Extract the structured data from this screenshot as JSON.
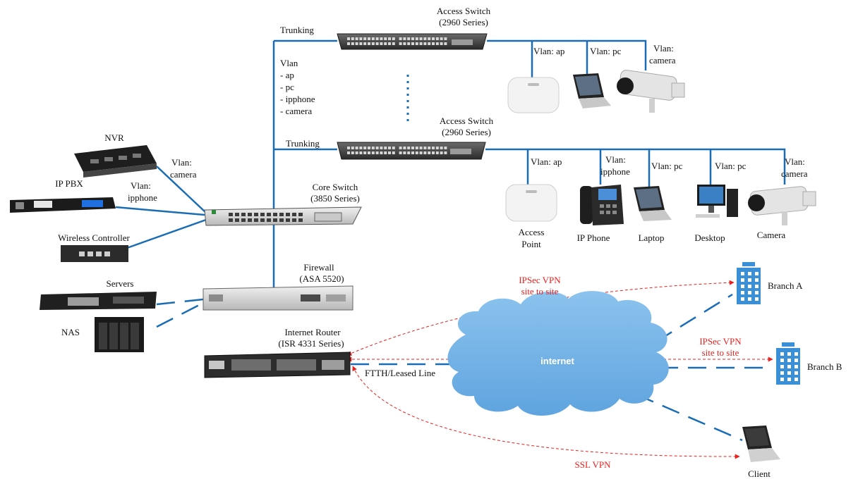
{
  "title": "",
  "nodes": {
    "access_switch_1": {
      "name": "Access Switch",
      "model": "(2960 Series)"
    },
    "access_switch_2": {
      "name": "Access Switch",
      "model": "(2960 Series)"
    },
    "core_switch": {
      "name": "Core Switch",
      "model": "(3850 Series)"
    },
    "firewall": {
      "name": "Firewall",
      "model": "(ASA 5520)"
    },
    "router": {
      "name": "Internet Router",
      "model": "(ISR 4331 Series)"
    },
    "nvr": {
      "name": "NVR"
    },
    "ip_pbx": {
      "name": "IP PBX"
    },
    "wireless_controller": {
      "name": "Wireless Controller"
    },
    "servers": {
      "name": "Servers"
    },
    "nas": {
      "name": "NAS"
    },
    "internet": {
      "name": "internet"
    },
    "branch_a": {
      "name": "Branch A"
    },
    "branch_b": {
      "name": "Branch B"
    },
    "client": {
      "name": "Client"
    }
  },
  "endpoints_row2": {
    "access_point": {
      "line1": "Access",
      "line2": "Point"
    },
    "ip_phone": "IP Phone",
    "laptop": "Laptop",
    "desktop": "Desktop",
    "camera": "Camera"
  },
  "links": {
    "trunking_1": "Trunking",
    "trunking_2": "Trunking",
    "vlan_list": {
      "heading": "Vlan",
      "items": [
        "- ap",
        "- pc",
        "- ipphone",
        "- camera"
      ]
    },
    "row1": {
      "ap": "Vlan: ap",
      "pc": "Vlan: pc",
      "camera": {
        "line1": "Vlan:",
        "line2": "camera"
      }
    },
    "row2": {
      "ap": "Vlan: ap",
      "ipphone": {
        "line1": "Vlan:",
        "line2": "ipphone"
      },
      "pc_laptop": "Vlan: pc",
      "pc_desktop": "Vlan: pc",
      "camera": {
        "line1": "Vlan:",
        "line2": "camera"
      }
    },
    "nvr": {
      "line1": "Vlan:",
      "line2": "camera"
    },
    "pbx": {
      "line1": "Vlan:",
      "line2": "ipphone"
    },
    "wan": "FTTH/Leased Line"
  },
  "vpn": {
    "site_a": {
      "line1": "IPSec VPN",
      "line2": "site to site"
    },
    "site_b": {
      "line1": "IPSec VPN",
      "line2": "site to site"
    },
    "ssl": "SSL VPN"
  },
  "colors": {
    "link": "#1a6db5",
    "vpn": "#e8201e",
    "cloud": "#74b3e6",
    "building": "#3a8fd6"
  }
}
